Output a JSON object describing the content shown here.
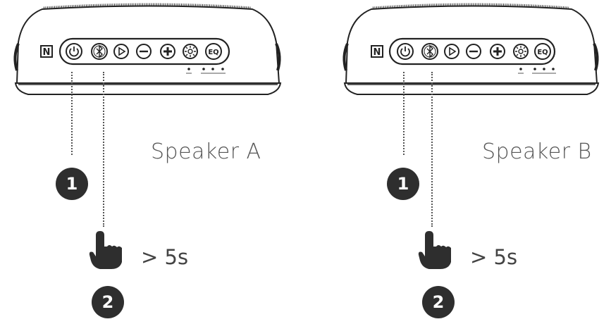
{
  "panels": [
    {
      "speaker_label": "Speaker A",
      "press_duration": "> 5s",
      "steps": [
        "1",
        "2"
      ],
      "nfc_mark": "N",
      "eq_label": "EQ",
      "buttons": [
        "power-icon",
        "bluetooth-icon",
        "play-icon",
        "minus-icon",
        "plus-icon",
        "light-icon",
        "eq-icon"
      ]
    },
    {
      "speaker_label": "Speaker B",
      "press_duration": "> 5s",
      "steps": [
        "1",
        "2"
      ],
      "nfc_mark": "N",
      "eq_label": "EQ",
      "buttons": [
        "power-icon",
        "bluetooth-icon",
        "play-icon",
        "minus-icon",
        "plus-icon",
        "light-icon",
        "eq-icon"
      ]
    }
  ],
  "colors": {
    "outline": "#222222",
    "badge": "#2e2e2e",
    "text": "#555555"
  }
}
